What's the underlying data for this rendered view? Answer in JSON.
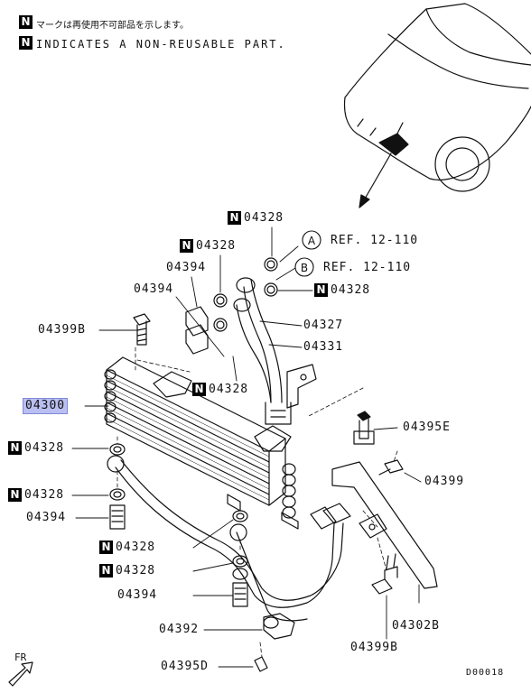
{
  "legend": {
    "n_mark": "N",
    "jp_text": "マークは再使用不可部品を示します。",
    "en_text": "INDICATES A NON-REUSABLE PART."
  },
  "callouts": [
    {
      "id": "c1",
      "label": "04328",
      "nonreusable": true
    },
    {
      "id": "c2",
      "label": "04328",
      "nonreusable": true
    },
    {
      "id": "c3",
      "label": "04394",
      "nonreusable": false
    },
    {
      "id": "c4",
      "label": "04394",
      "nonreusable": false
    },
    {
      "id": "c5",
      "label": "04399B",
      "nonreusable": false
    },
    {
      "id": "c6",
      "label": "04328",
      "nonreusable": true
    },
    {
      "id": "c7",
      "label": "04327",
      "nonreusable": false
    },
    {
      "id": "c8",
      "label": "04331",
      "nonreusable": false
    },
    {
      "id": "c9",
      "label": "04328",
      "nonreusable": true
    },
    {
      "id": "c10",
      "label": "04300",
      "nonreusable": false,
      "highlighted": true
    },
    {
      "id": "c11",
      "label": "04395E",
      "nonreusable": false
    },
    {
      "id": "c12",
      "label": "04328",
      "nonreusable": true
    },
    {
      "id": "c13",
      "label": "04399",
      "nonreusable": false
    },
    {
      "id": "c14",
      "label": "04328",
      "nonreusable": true
    },
    {
      "id": "c15",
      "label": "04394",
      "nonreusable": false
    },
    {
      "id": "c16",
      "label": "04328",
      "nonreusable": true
    },
    {
      "id": "c17",
      "label": "04328",
      "nonreusable": true
    },
    {
      "id": "c18",
      "label": "04394",
      "nonreusable": false
    },
    {
      "id": "c19",
      "label": "04302B",
      "nonreusable": false
    },
    {
      "id": "c20",
      "label": "04392",
      "nonreusable": false
    },
    {
      "id": "c21",
      "label": "04399B",
      "nonreusable": false
    },
    {
      "id": "c22",
      "label": "04395D",
      "nonreusable": false
    }
  ],
  "references": [
    {
      "letter": "A",
      "text": "REF. 12-110"
    },
    {
      "letter": "B",
      "text": "REF. 12-110"
    }
  ],
  "line_letters": [
    "A",
    "B"
  ],
  "front_marker": "FR",
  "diagram_code": "D00018",
  "colors": {
    "highlight": "#b9bff0",
    "ink": "#111111"
  }
}
